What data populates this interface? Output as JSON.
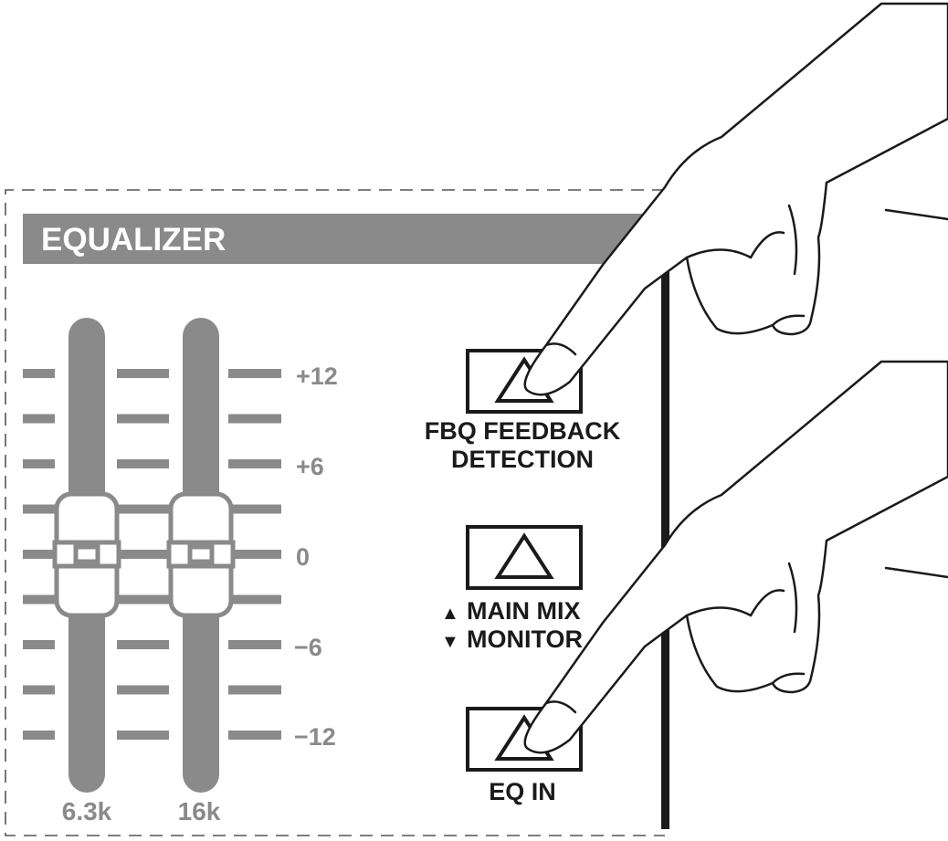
{
  "panel": {
    "title": "EQUALIZER"
  },
  "scale": {
    "labels": [
      "+12",
      "+6",
      "0",
      "−6",
      "−12"
    ]
  },
  "faders": [
    {
      "label": "6.3k",
      "value_db": 0
    },
    {
      "label": "16k",
      "value_db": 0
    }
  ],
  "buttons": {
    "fbq": {
      "line1": "FBQ FEEDBACK",
      "line2": "DETECTION"
    },
    "main_mix": {
      "line1": "MAIN MIX",
      "line2": "MONITOR",
      "arrow_up": "▲",
      "arrow_down": "▼"
    },
    "eq_in": {
      "line1": "EQ IN"
    }
  },
  "colors": {
    "panel_gray": "#8a8a8a",
    "ink": "#1a1a1a",
    "background": "#ffffff"
  },
  "icons": [
    "triangle-icon",
    "pointing-hand-icon"
  ]
}
